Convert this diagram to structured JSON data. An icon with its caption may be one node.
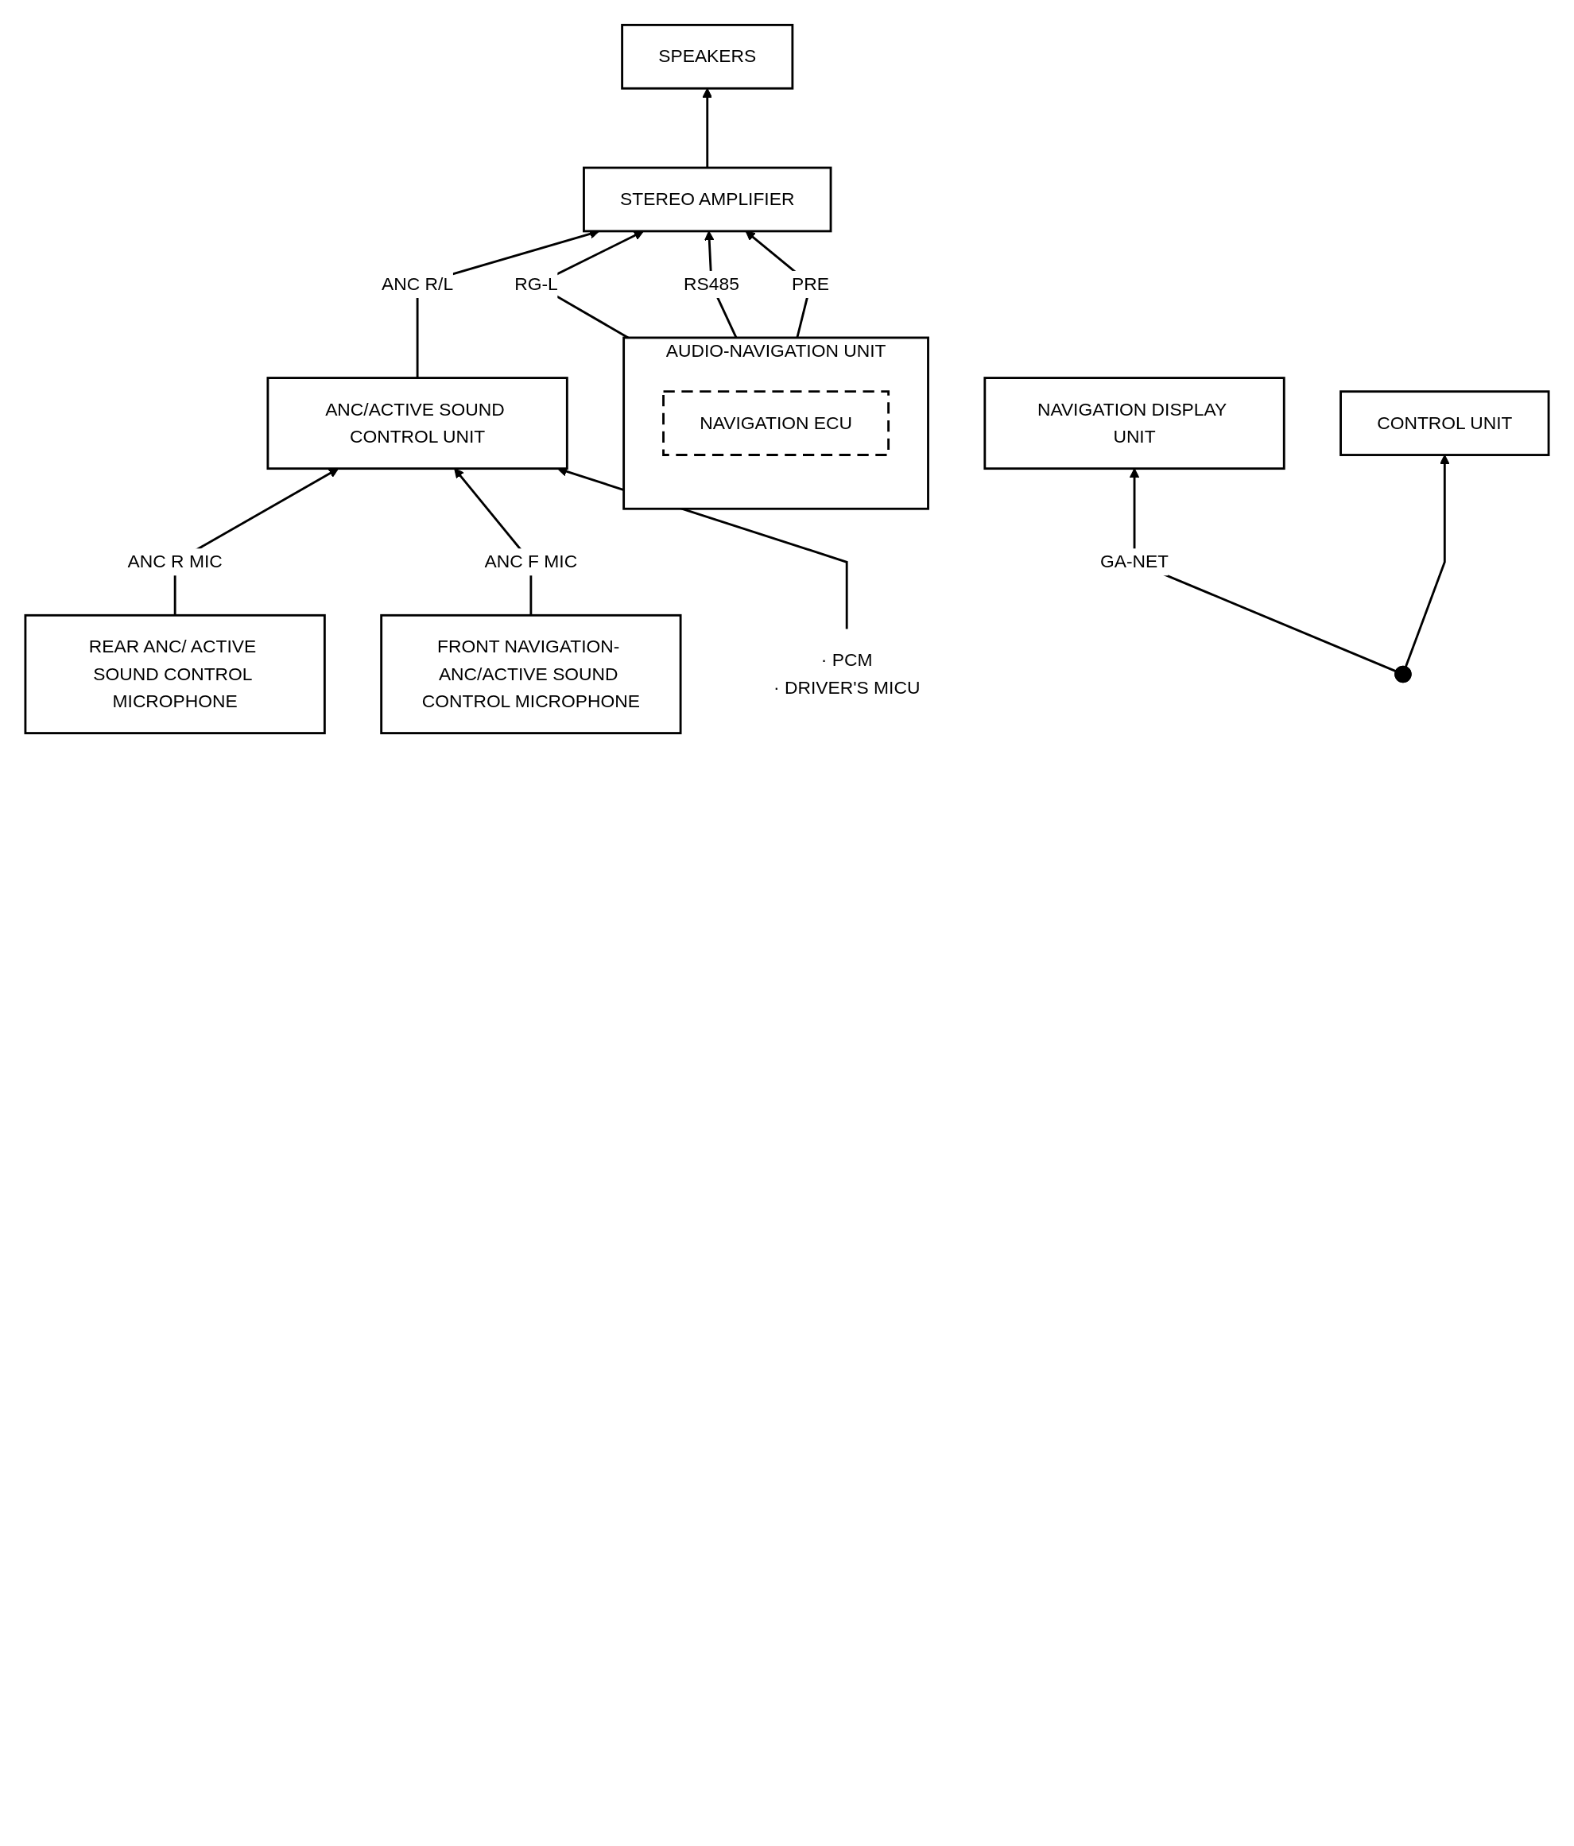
{
  "diagram": {
    "nodes": [
      {
        "text": [
          "REAR ANC/ ACTIVE SOUND CONTROL MICROPHONE"
        ]
      },
      {
        "text": [
          "SPEAKERS"
        ]
      },
      {
        "text": [
          "STEREO AMPLIFIER"
        ]
      },
      {
        "text": [
          "ANC/ACTIVE SOUND CONTROL UNIT"
        ]
      },
      {
        "text": [
          "AUDIO-NAVIGATION UNIT"
        ]
      },
      {
        "text": [
          "NAVIGATION DISPLAY UNIT"
        ]
      },
      {
        "text": [
          "FRONT NAVIGATION- ANC/ACTIVE SOUND CONTROL MICROPHONE"
        ]
      },
      {
        "text": [
          "· PCM",
          "· DRIVER'S MICU"
        ]
      },
      {
        "text": [
          "NAVIGATION ECU"
        ],
        "in": 4
      },
      {
        "text": [
          "CONTROL UNIT"
        ]
      }
    ],
    "edges": [
      {
        "from": 0,
        "to": 3,
        "arrow": "to",
        "label": "ANC R MIC"
      },
      {
        "from": 3,
        "to": 2,
        "arrow": "to",
        "label": "ANC R/L"
      },
      {
        "from": 2,
        "to": 1,
        "arrow": "to"
      },
      {
        "from": 4,
        "to": 2,
        "arrow": "to",
        "label": "RG-L"
      },
      {
        "from": 4,
        "to": 2,
        "arrow": "to",
        "label": "RS485"
      },
      {
        "from": 4,
        "to": 2,
        "arrow": "to",
        "label": "PRE"
      },
      {
        "from": 6,
        "to": 3,
        "arrow": "to",
        "label": "ANC F MIC"
      },
      {
        "from": 7,
        "to": 3,
        "arrow": "to"
      },
      {
        "from": null,
        "to": 5,
        "arrow": "to",
        "label": "GA-NET"
      },
      {
        "from": null,
        "to": 9,
        "arrow": "to"
      }
    ]
  }
}
